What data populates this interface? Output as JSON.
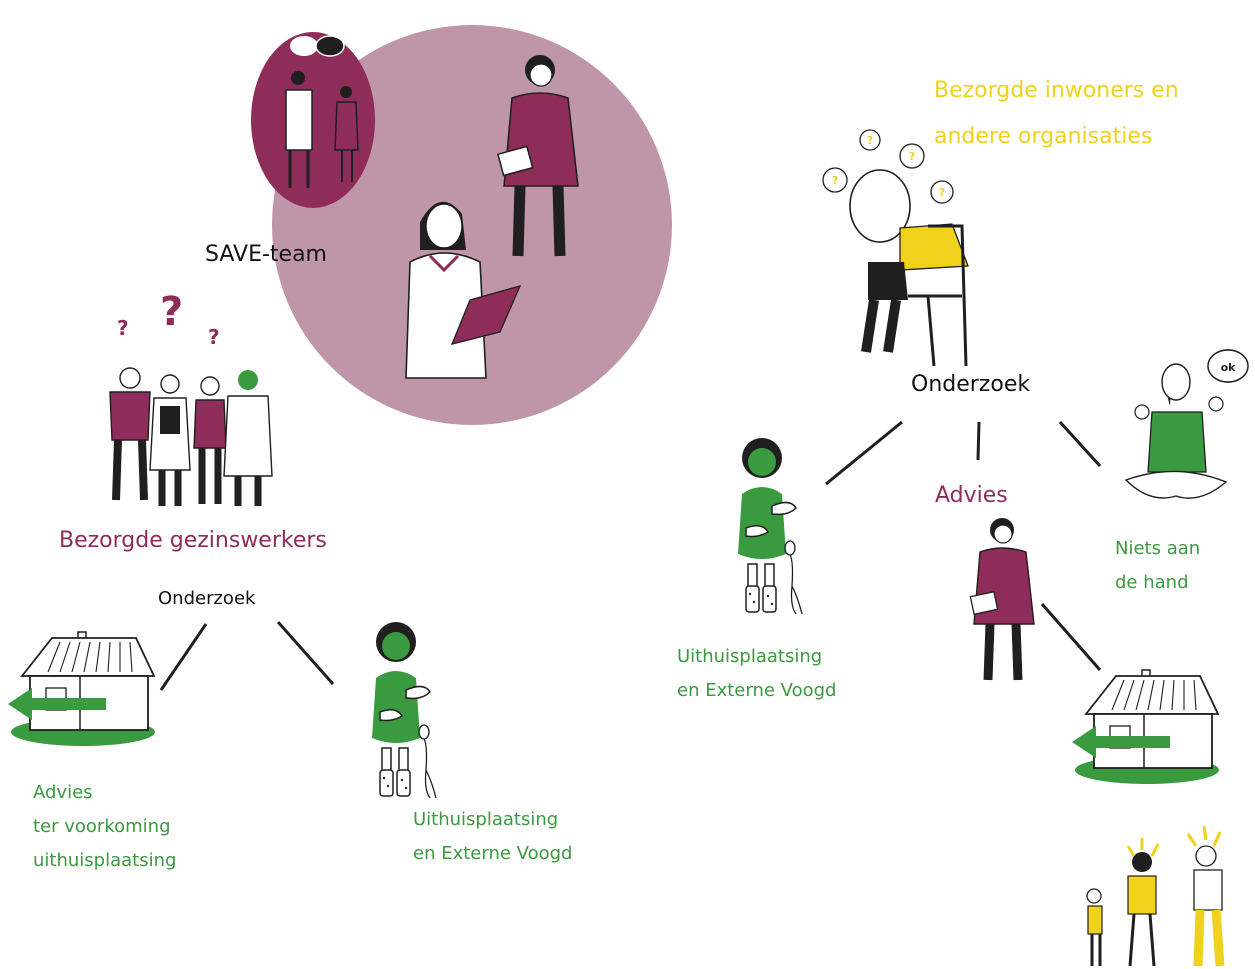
{
  "labels": {
    "save_team": "SAVE-team",
    "bezorgde_gezinswerkers": "Bezorgde gezinswerkers",
    "onderzoek_left": "Onderzoek",
    "advies_voorkoming_line1": "Advies",
    "advies_voorkoming_line2": "ter voorkoming",
    "advies_voorkoming_line3": "uithuisplaatsing",
    "uithuis_left_line1": "Uithuisplaatsing",
    "uithuis_left_line2": "en Externe Voogd",
    "bezorgde_inwoners_line1": "Bezorgde inwoners en",
    "bezorgde_inwoners_line2": "andere organisaties",
    "onderzoek_right": "Onderzoek",
    "uithuis_right_line1": "Uithuisplaatsing",
    "uithuis_right_line2": "en Externe Voogd",
    "advies_right": "Advies",
    "niets_line1": "Niets aan",
    "niets_line2": "de hand",
    "ok_bubble": "ok",
    "question_mark": "?"
  },
  "colors": {
    "plum": "#8e2c5a",
    "light_plum": "#bf96a9",
    "green": "#3a9a3f",
    "yellow": "#f0d21c",
    "black": "#111111"
  },
  "icons": [
    "save-team-circle",
    "discussion-oval-icon",
    "doctor-figure-icon",
    "woman-clipboard-icon",
    "nurse-clipboard-icon",
    "care-workers-group-icon",
    "house-arrow-icon",
    "child-green-icon",
    "worried-woman-chair-icon",
    "woman-ok-gesture-icon",
    "arguing-family-icon"
  ]
}
